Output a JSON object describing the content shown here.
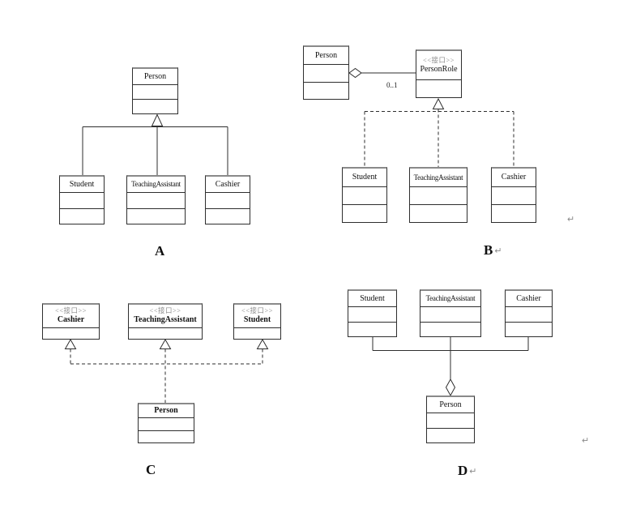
{
  "document": {
    "background": "#ffffff",
    "line_color": "#2e2e2e",
    "stereotype_color": "#8c8c8c",
    "return_mark": "↵"
  },
  "diagram_a": {
    "label": "A",
    "person": "Person",
    "student": "Student",
    "teaching_assistant": "TeachingAssistant",
    "cashier": "Cashier"
  },
  "diagram_b": {
    "label": "B",
    "person": "Person",
    "interface_stereotype": "<<接口>>",
    "person_role": "PersonRole",
    "multiplicity": "0..1",
    "student": "Student",
    "teaching_assistant": "TeachingAssistant",
    "cashier": "Cashier"
  },
  "diagram_c": {
    "label": "C",
    "interface_stereotype": "<<接口>>",
    "cashier": "Cashier",
    "teaching_assistant": "TeachingAssistant",
    "student": "Student",
    "person": "Person"
  },
  "diagram_d": {
    "label": "D",
    "student": "Student",
    "teaching_assistant": "TeachingAssistant",
    "cashier": "Cashier",
    "person": "Person"
  }
}
